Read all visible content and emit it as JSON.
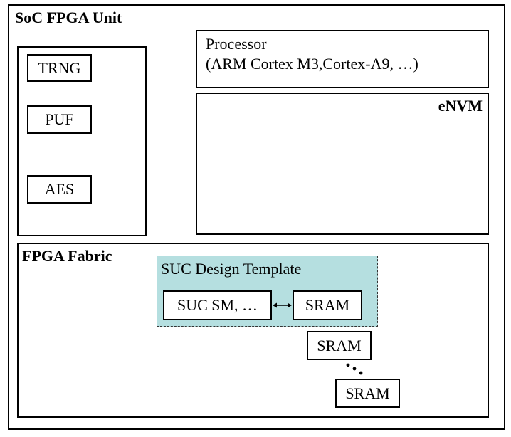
{
  "soc_unit": {
    "title": "SoC FPGA Unit"
  },
  "security_blocks": {
    "trng": "TRNG",
    "puf": "PUF",
    "aes": "AES"
  },
  "processor": {
    "line1": "Processor",
    "line2": "(ARM Cortex M3,Cortex-A9, …)"
  },
  "envm": {
    "title": "eNVM"
  },
  "fpga_fabric": {
    "title": "FPGA Fabric",
    "template": {
      "title": "SUC Design Template",
      "fill_color": "#b5dfe0",
      "state_machine": "SUC SM, …",
      "sram": "SRAM"
    },
    "extra_srams": [
      "SRAM",
      "SRAM"
    ]
  },
  "connectors": {
    "bidirectional_arrow": "sm-sram-link",
    "ellipsis": "more-srams"
  }
}
